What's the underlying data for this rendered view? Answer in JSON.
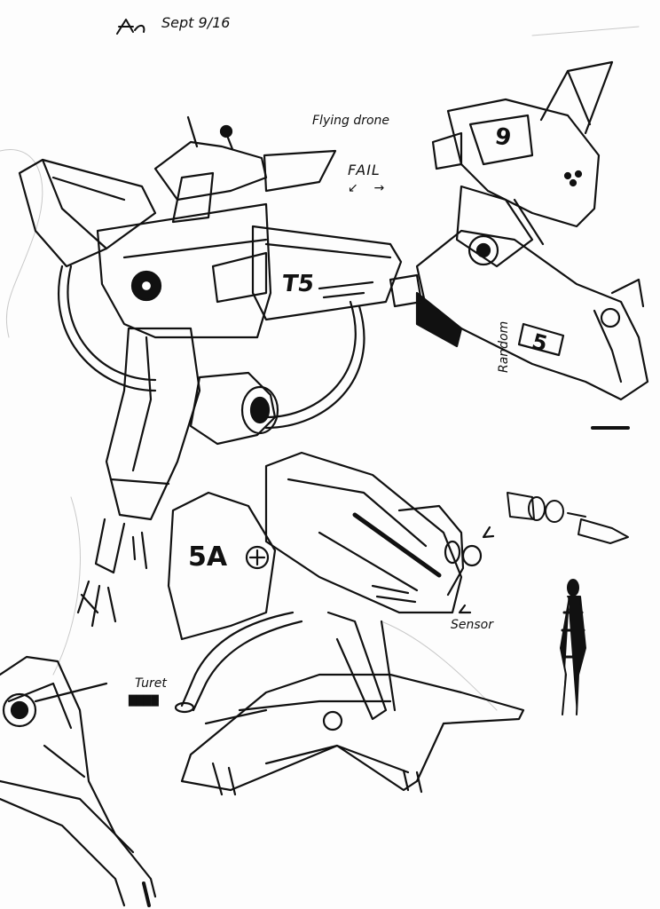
{
  "page": {
    "colors": {
      "ink": "#111111",
      "paper": "#fdfdfd",
      "faint": "#c8c8c8"
    }
  },
  "header": {
    "date": "Sept 9/16"
  },
  "labels": {
    "flying_drone": "Flying drone",
    "fail": "FAIL",
    "random": "Random",
    "sensor": "Sensor",
    "turret": "Turet"
  },
  "markings": {
    "drone_code": "T5",
    "random_code_top": "9",
    "random_code_side": "5",
    "turret_code": "5A"
  }
}
